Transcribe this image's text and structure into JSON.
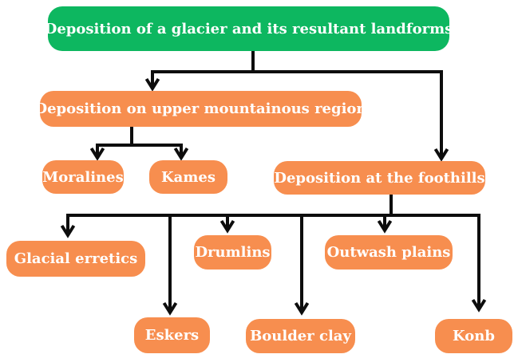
{
  "diagram": {
    "type": "flowchart",
    "background": "#FFFFFF",
    "connector_color": "#0D0D0D",
    "text_color": "#FFFFFF",
    "root_color": "#0DB760",
    "branch_color": "#F78E4F",
    "nodes": {
      "root": {
        "label": "Deposition of a glacier and its resultant landforms"
      },
      "upper_region": {
        "label": "Deposition on upper mountainous region"
      },
      "moralines": {
        "label": "Moralines"
      },
      "kames": {
        "label": "Kames"
      },
      "foothills": {
        "label": "Deposition at the foothills"
      },
      "glacial_erretics": {
        "label": "Glacial erretics"
      },
      "drumlins": {
        "label": "Drumlins"
      },
      "outwash_plains": {
        "label": "Outwash plains"
      },
      "eskers": {
        "label": "Eskers"
      },
      "boulder_clay": {
        "label": "Boulder clay"
      },
      "konb": {
        "label": "Konb"
      }
    }
  }
}
